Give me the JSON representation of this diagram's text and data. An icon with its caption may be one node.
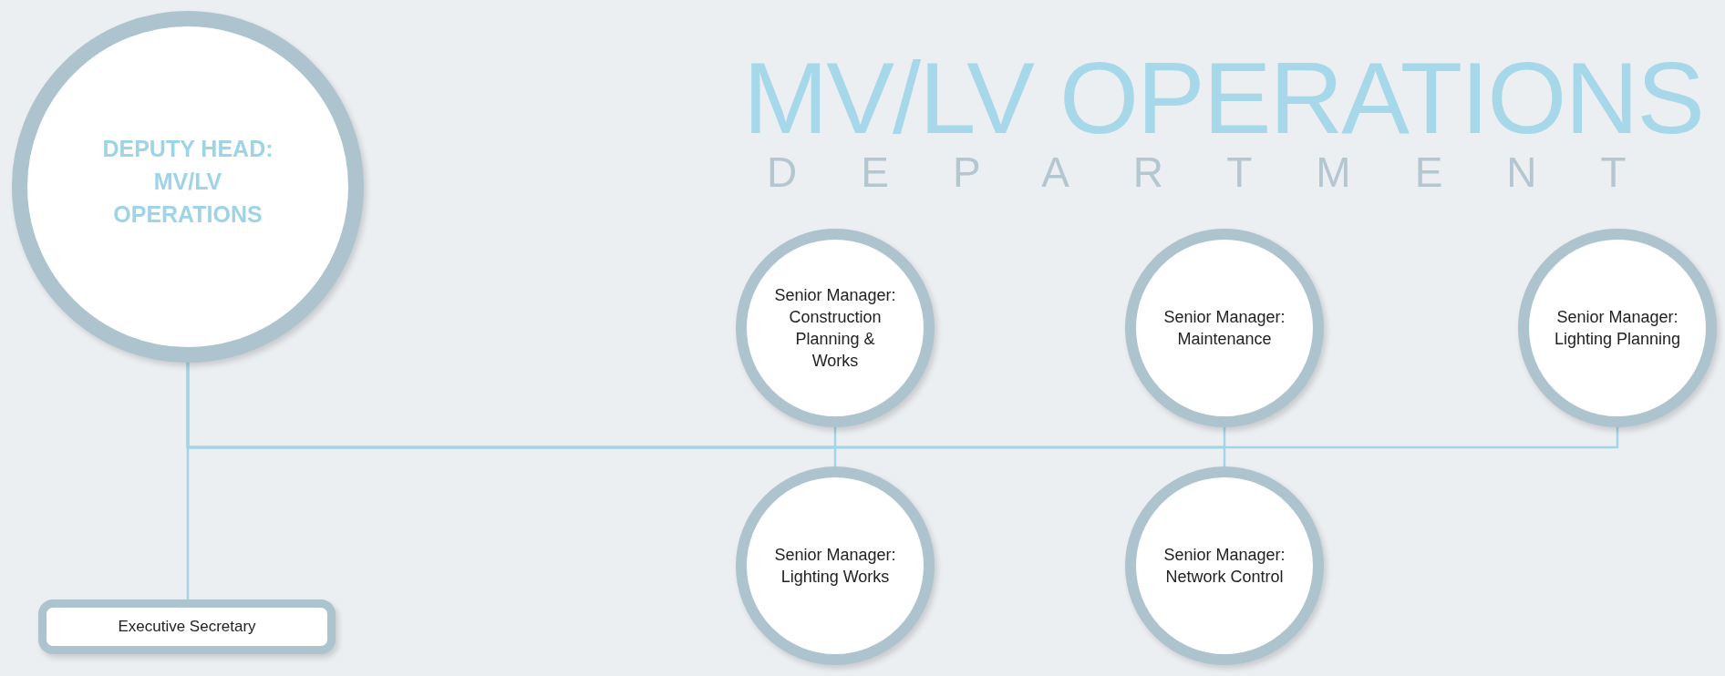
{
  "diagram": {
    "title": "MV/LV OPERATIONS",
    "nodes": [
      {
        "text": [
          "DEPUTY HEAD: MV/LV OPERATIONS"
        ]
      },
      {
        "text": [
          "Senior Manager:",
          "Construction Planning & Works"
        ]
      },
      {
        "text": [
          "Senior Manager:",
          "Maintenance"
        ]
      },
      {
        "text": [
          "Senior Manager:",
          "Lighting Planning"
        ]
      },
      {
        "text": [
          "Senior Manager:",
          "Lighting Works"
        ]
      },
      {
        "text": [
          "Senior Manager:",
          "Network Control"
        ]
      },
      {
        "text": [
          "Executive Secretary"
        ]
      }
    ],
    "edges": [
      {
        "from": 0,
        "to": 1,
        "arrow": "none"
      },
      {
        "from": 0,
        "to": 2,
        "arrow": "none"
      },
      {
        "from": 0,
        "to": 3,
        "arrow": "none"
      },
      {
        "from": 0,
        "to": 4,
        "arrow": "none"
      },
      {
        "from": 0,
        "to": 5,
        "arrow": "none"
      },
      {
        "from": 0,
        "to": 6,
        "arrow": "none"
      }
    ],
    "labels": [
      "DEPARTMENT"
    ]
  }
}
